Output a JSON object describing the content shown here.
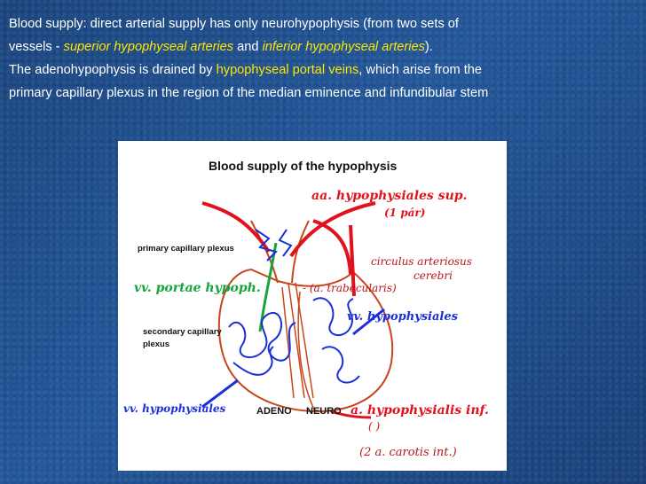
{
  "text": {
    "line1": "Blood supply: direct arterial supply has only neurohypophysis (from two sets of",
    "line2_prefix": "vessels - ",
    "line2_sup": "superior hypophyseal arteries",
    "line2_and": " and ",
    "line2_inf": "inferior hypophyseal arteries",
    "line2_suffix": ").",
    "line3_prefix": "The adenohypophysis is drained by ",
    "line3_portal": "hypophyseal portal veins",
    "line3_suffix": ", which arise from the",
    "line4": "primary capillary plexus in the region of the median eminence and infundibular stem"
  },
  "figure": {
    "title": "Blood supply of the hypophysis",
    "labels": {
      "primary_plexus": "primary capillary plexus",
      "secondary_plexus_1": "secondary capillary",
      "secondary_plexus_2": "plexus",
      "adeno": "ADENO",
      "neuro": "NEURO",
      "aa_sup_1": "aa. hypophysiales sup.",
      "aa_sup_2": "(1 pár)",
      "circulus_1": "circulus arteriosus",
      "circulus_2": "cerebri",
      "portae": "vv. portae hypoph.",
      "trabecularis": "- (a. trabecularis)",
      "vv_hyp_right": "vv. hypophysiales",
      "vv_hyp_left": "vv. hypophysiales",
      "a_inf": "a. hypophysialis inf.",
      "a_inf_paren": "(    )",
      "carotis": "(2 a. carotis int.)"
    },
    "colors": {
      "artery": "#e0121b",
      "vein": "#1a2fd6",
      "portal": "#14a63a",
      "outline": "#c8461b",
      "text_highlight": "#ffe600"
    }
  }
}
